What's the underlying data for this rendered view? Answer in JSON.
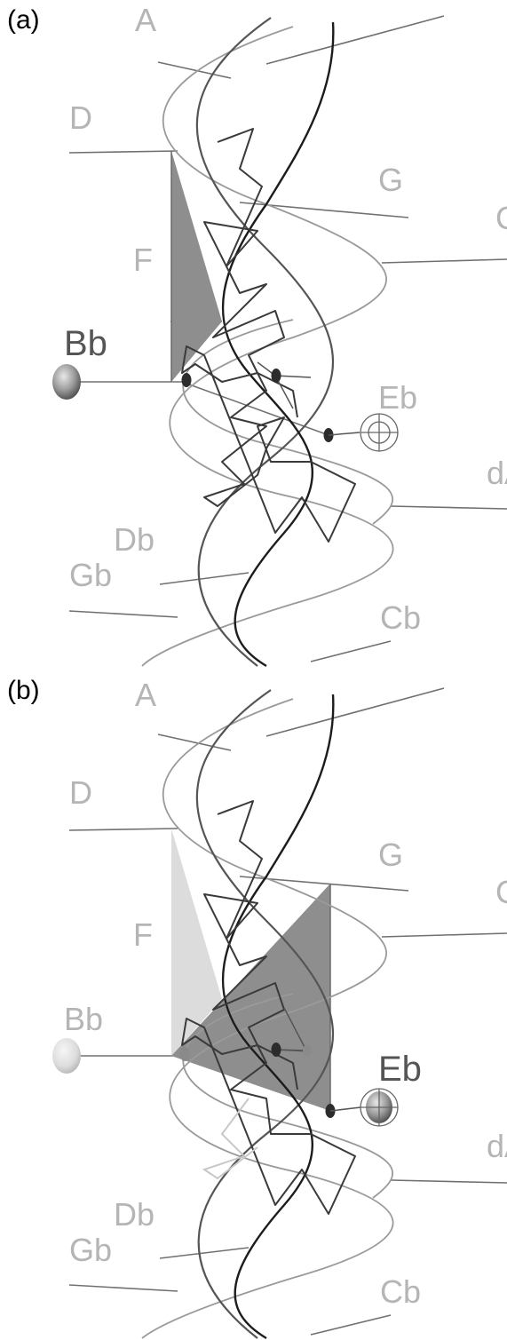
{
  "panels": [
    {
      "label": "(a)",
      "notes": {
        "top": "A",
        "D": "D",
        "G": "G",
        "C": "C",
        "F": "F",
        "Bb": "Bb",
        "Eb": "Eb",
        "dA": "dA",
        "Db": "Db",
        "Gb": "Gb",
        "Cb": "Cb"
      },
      "highlight": [
        "Bb"
      ]
    },
    {
      "label": "(b)",
      "notes": {
        "top": "A",
        "D": "D",
        "G": "G",
        "C": "C",
        "F": "F",
        "Bb": "Bb",
        "Eb": "Eb",
        "dA": "dA",
        "Db": "Db",
        "Gb": "Gb",
        "Cb": "Cb"
      },
      "highlight": [
        "Eb"
      ]
    }
  ],
  "colors": {
    "faint_label": "#b5b5b5",
    "active_label": "#555555",
    "helix_dark": "#1c1c1c",
    "helix_mid": "#555555",
    "curve_light": "#9a9a9a",
    "fill_dark": "#8e8e8e",
    "fill_light": "#dcdcdc"
  }
}
